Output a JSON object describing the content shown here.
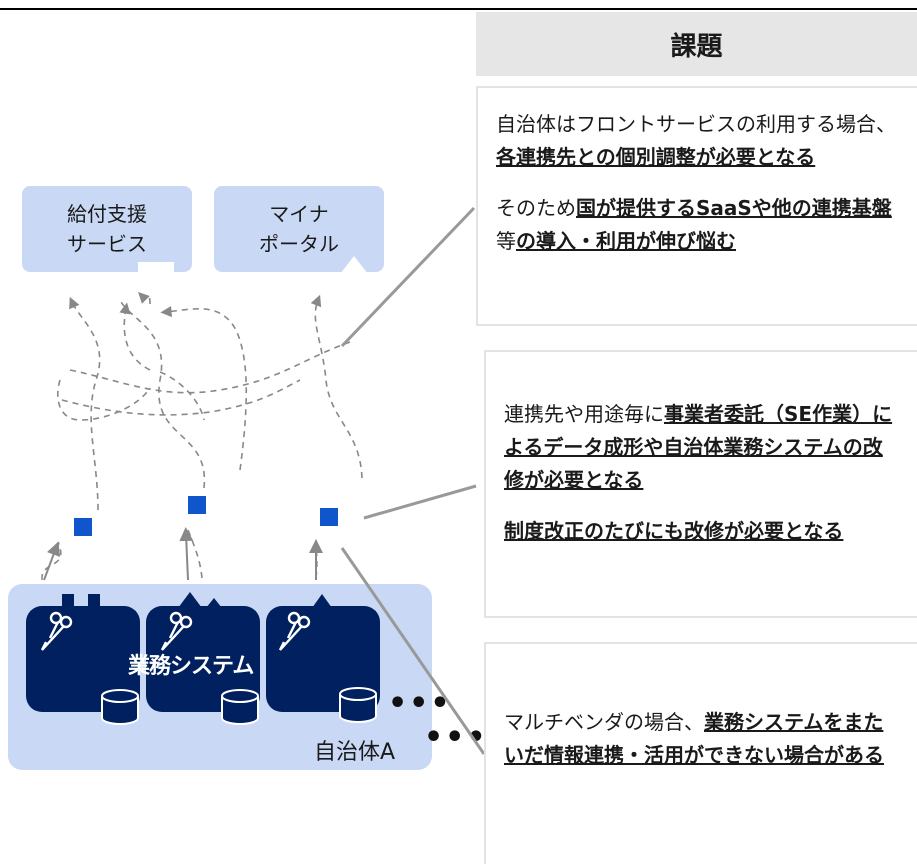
{
  "services": [
    {
      "line1": "給付支援",
      "line2": "サービス"
    },
    {
      "line1": "マイナ",
      "line2": "ポータル"
    }
  ],
  "system": {
    "label": "業務システム",
    "municipality": "自治体A"
  },
  "issues": {
    "header": "課題",
    "box1": {
      "p1_plain": "自治体はフロントサービスの利用する場合、",
      "p1_bold": "各連携先との個別調整が必要となる",
      "p2_plain": "そのため",
      "p2_bold1": "国が提供するSaaSや他の連携基盤",
      "p2_plain2": "等",
      "p2_bold2": "の導入・利用が伸び悩む"
    },
    "box2": {
      "p1_plain": "連携先や用途毎に",
      "p1_bold": "事業者委託（SE作業）によるデータ成形や自治体業務システムの改修が必要となる",
      "p2_bold": "制度改正のたびにも改修が必要となる"
    },
    "box3": {
      "p1_plain": "マルチベンダの場合、",
      "p1_bold": "業務システムをまたいだ情報連携・活用ができない場合がある"
    }
  },
  "colors": {
    "service_fill": "#c9d9f5",
    "system_fill": "#002060",
    "connector_square": "#1155cc",
    "header_fill": "#e6e6e6"
  },
  "icons": [
    "scissors-icon",
    "database-icon",
    "dashed-arrow-icon"
  ]
}
